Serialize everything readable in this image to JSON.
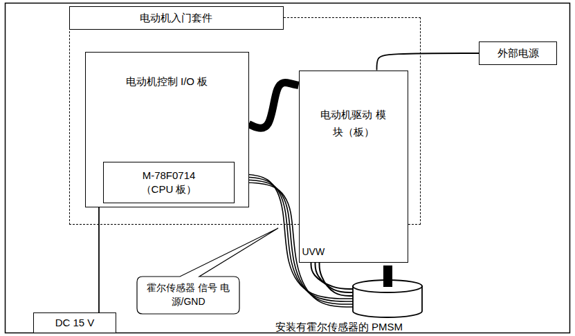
{
  "diagram": {
    "nodes": [
      {
        "text": [
          "电动机入门套件"
        ]
      },
      {
        "text": [
          "电动机控制 I/O 板"
        ],
        "in": 0
      },
      {
        "text": [
          "M-78F0714 （CPU 板）"
        ],
        "in": 1
      },
      {
        "text": [
          "电动机驱动 模块（板）",
          "UVW"
        ],
        "in": 0
      },
      {
        "text": [
          "外部电源"
        ]
      },
      {
        "text": [
          "DC 15 V"
        ]
      },
      {
        "text": [
          "霍尔传感器 信号 电源/GND"
        ]
      },
      {
        "text": [
          "安装有霍尔传感器的 PMSM"
        ]
      }
    ],
    "edges": [
      {
        "from": 1,
        "to": 3,
        "arrow": "none"
      },
      {
        "from": 3,
        "to": 4,
        "arrow": "none"
      },
      {
        "from": 5,
        "to": 1,
        "arrow": "none"
      },
      {
        "from": 2,
        "to": 7,
        "arrow": "none"
      },
      {
        "from": 3,
        "to": 7,
        "arrow": "none"
      }
    ]
  }
}
